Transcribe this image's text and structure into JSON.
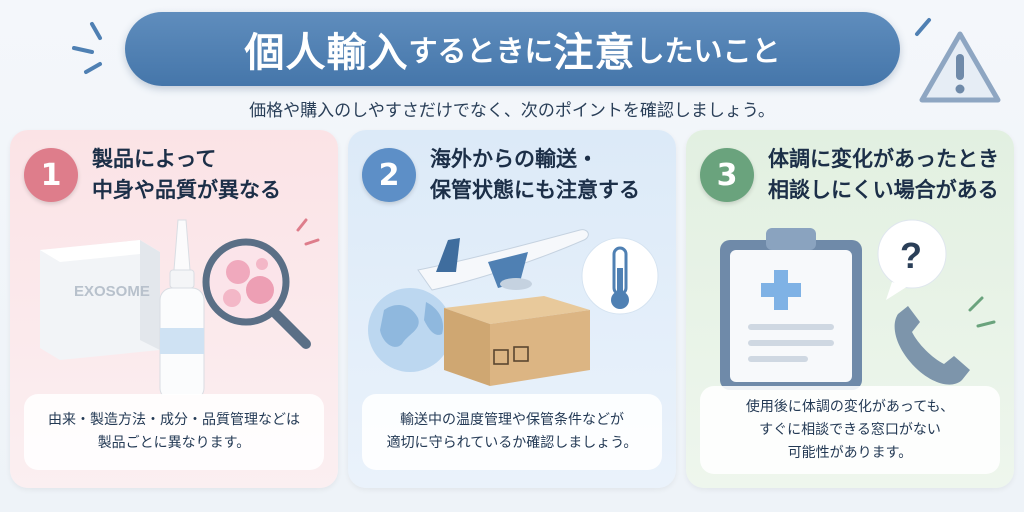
{
  "header": {
    "title_part1": "個人輸入",
    "title_part2": "するときに",
    "title_part3": "注意",
    "title_part4": "したいこと",
    "subtitle": "価格や購入のしやすさだけでなく、次のポイントを確認しましょう。"
  },
  "cards": [
    {
      "number": "1",
      "title_line1": "製品によって",
      "title_line2": "中身や品質が異なる",
      "box_text": "由来・製造方法・成分・品質管理などは",
      "box_text2": "製品ごとに異なります。",
      "label": "EXOSOME",
      "accent": "#de7d8b"
    },
    {
      "number": "2",
      "title_line1": "海外からの輸送・",
      "title_line2": "保管状態にも注意する",
      "box_text": "輸送中の温度管理や保管条件などが",
      "box_text2": "適切に守られているか確認しましょう。",
      "accent": "#5d8fc7"
    },
    {
      "number": "3",
      "title_line1": "体調に変化があったとき",
      "title_line2": "相談しにくい場合がある",
      "box_text": "使用後に体調の変化があっても、",
      "box_text2": "すぐに相談できる窓口がない",
      "box_text3": "可能性があります。",
      "accent": "#6aa37d"
    }
  ],
  "icons": {
    "warning": "warning-triangle-icon",
    "question": "?"
  },
  "colors": {
    "title_bg": "#4f80b3",
    "card1_bg": "#fbe3e6",
    "card2_bg": "#dceaf8",
    "card3_bg": "#e2f0e1"
  }
}
